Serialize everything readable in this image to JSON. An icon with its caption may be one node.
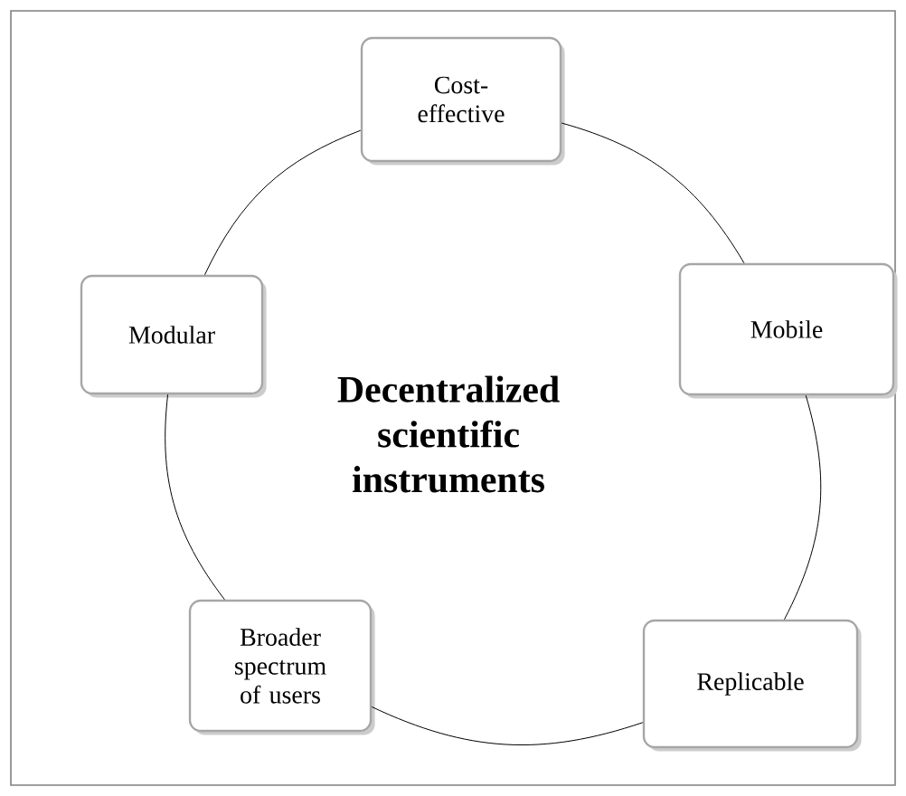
{
  "diagram": {
    "nodes": [
      {
        "text": [
          "Cost-effective"
        ]
      },
      {
        "text": [
          "Mobile"
        ]
      },
      {
        "text": [
          "Replicable"
        ]
      },
      {
        "text": [
          "Broader spectrum of users"
        ]
      },
      {
        "text": [
          "Modular"
        ]
      }
    ],
    "edges": [
      {
        "from": 0,
        "to": 1,
        "arrow": "none"
      },
      {
        "from": 1,
        "to": 2,
        "arrow": "none"
      },
      {
        "from": 2,
        "to": 3,
        "arrow": "none"
      },
      {
        "from": 3,
        "to": 4,
        "arrow": "none"
      },
      {
        "from": 4,
        "to": 0,
        "arrow": "none"
      }
    ],
    "labels": [
      "Decentralized scientific instruments"
    ]
  }
}
